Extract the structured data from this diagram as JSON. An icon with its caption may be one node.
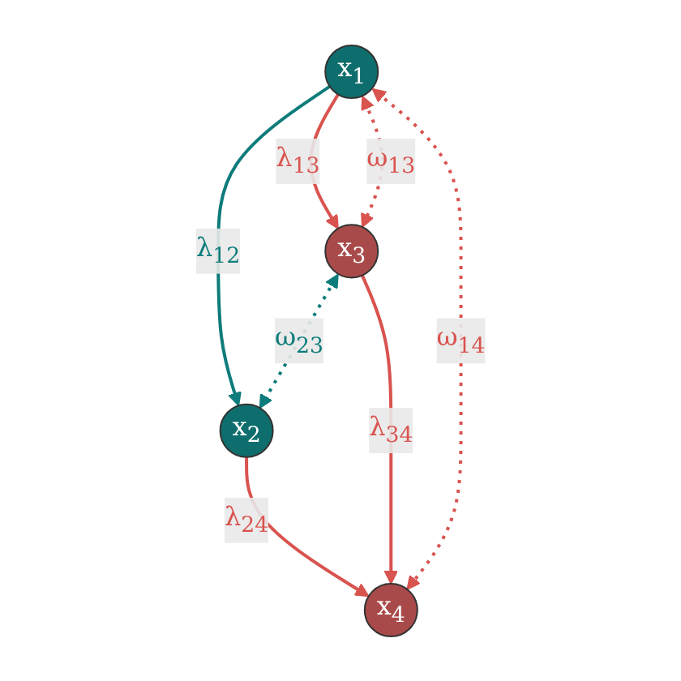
{
  "diagram": {
    "nodes": [
      {
        "text": [
          "x$_{1}$"
        ]
      },
      {
        "text": [
          "x$_{2}$"
        ]
      },
      {
        "text": [
          "x$_{3}$"
        ]
      },
      {
        "text": [
          "x$_{4}$"
        ]
      }
    ],
    "edges": [
      {
        "from": 0,
        "to": 1,
        "arrow": "to",
        "label": "λ$_{12}$",
        "color": "#0e7c7b"
      },
      {
        "from": 0,
        "to": 2,
        "arrow": "to",
        "label": "λ$_{13}$"
      },
      {
        "from": 1,
        "to": 3,
        "arrow": "to",
        "label": "λ$_{24}$"
      },
      {
        "from": 2,
        "to": 3,
        "arrow": "to",
        "label": "λ$_{34}$"
      },
      {
        "from": 0,
        "to": 2,
        "arrow": "both",
        "label": "ω$_{13}$",
        "style": "dashed"
      },
      {
        "from": 2,
        "to": 1,
        "arrow": "both",
        "label": "ω$_{23}$",
        "style": "dashed",
        "color": "#0e7c7b"
      },
      {
        "from": 0,
        "to": 3,
        "arrow": "both",
        "label": "ω$_{14}$",
        "style": "dashed"
      }
    ]
  }
}
